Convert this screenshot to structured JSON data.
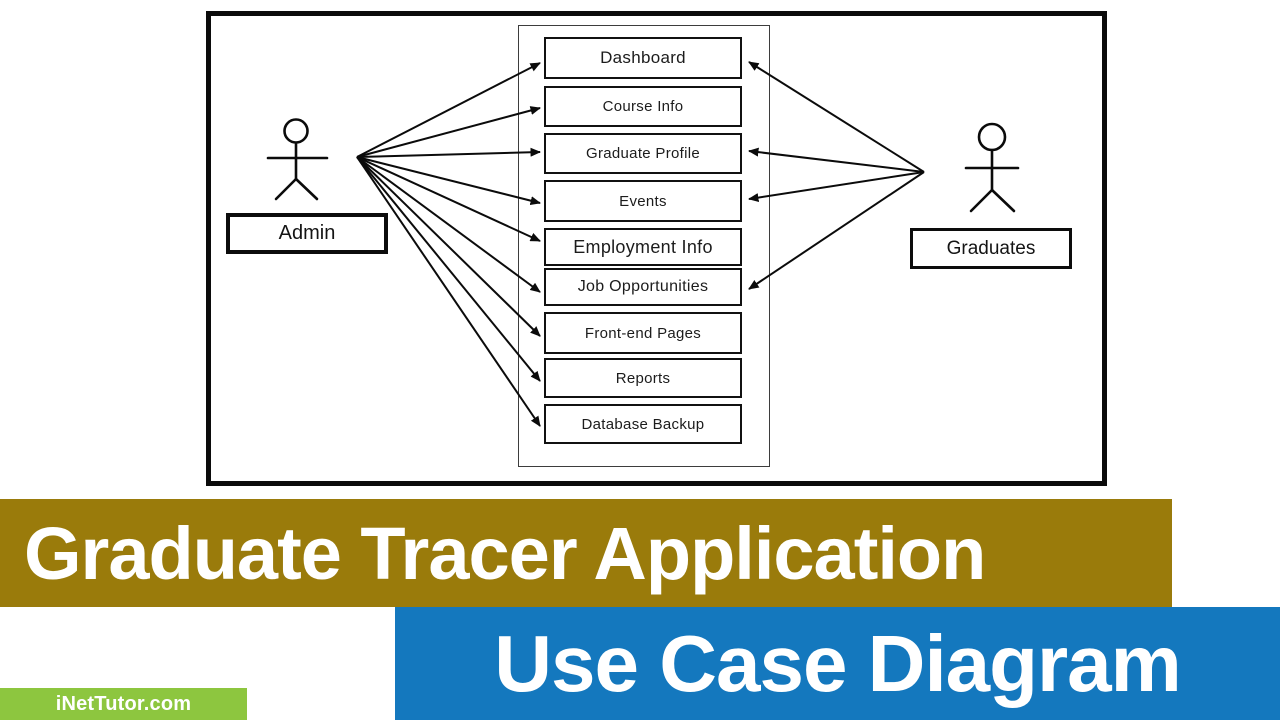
{
  "diagram": {
    "title_context": "Use case diagram of a graduate tracer application",
    "actors": {
      "admin": {
        "label": "Admin"
      },
      "graduates": {
        "label": "Graduates"
      }
    },
    "use_cases": [
      "Dashboard",
      "Course Info",
      "Graduate Profile",
      "Events",
      "Employment Info",
      "Job Opportunities",
      "Front-end Pages",
      "Reports",
      "Database Backup"
    ],
    "associations": {
      "admin_connects_to": [
        "Dashboard",
        "Course Info",
        "Graduate Profile",
        "Events",
        "Employment Info",
        "Job Opportunities",
        "Front-end Pages",
        "Reports",
        "Database Backup"
      ],
      "graduates_connects_to": [
        "Dashboard",
        "Graduate Profile",
        "Events",
        "Job Opportunities"
      ]
    }
  },
  "banners": {
    "title": "Graduate Tracer Application",
    "subtitle": "Use Case Diagram",
    "watermark": "iNetTutor.com",
    "colors": {
      "title_background": "#9A7B0B",
      "subtitle_background": "#1478BE",
      "watermark_background": "#8DC63F",
      "banner_text": "#FFFFFF",
      "diagram_ink": "#0B0B0B"
    }
  }
}
